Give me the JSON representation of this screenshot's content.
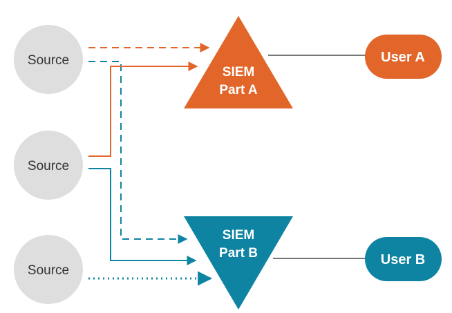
{
  "colors": {
    "orange": "#E2662A",
    "teal": "#0E84A2",
    "source_fill": "#DEDEDE",
    "link_gray": "#777777"
  },
  "sources": [
    {
      "label": "Source"
    },
    {
      "label": "Source"
    },
    {
      "label": "Source"
    }
  ],
  "siem_a": {
    "line1": "SIEM",
    "line2": "Part A"
  },
  "siem_b": {
    "line1": "SIEM",
    "line2": "Part B"
  },
  "user_a": {
    "label": "User A"
  },
  "user_b": {
    "label": "User B"
  }
}
